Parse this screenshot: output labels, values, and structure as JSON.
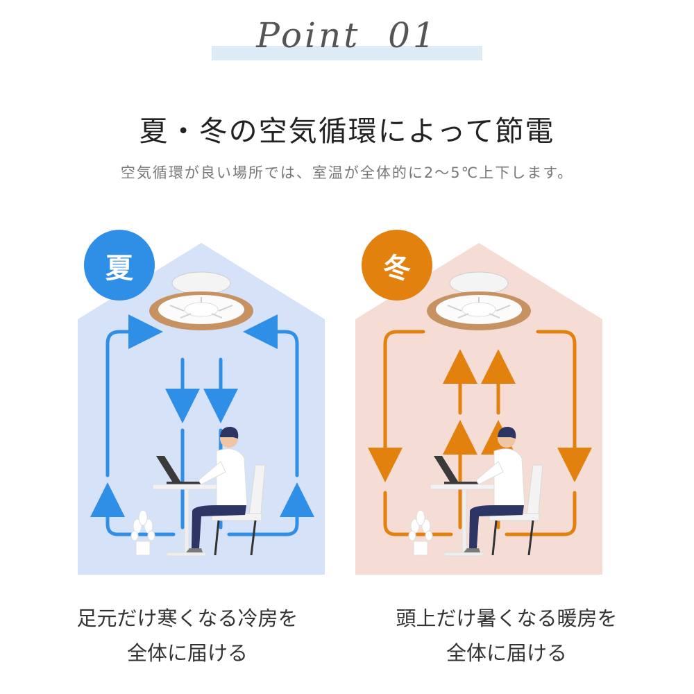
{
  "header": {
    "point_label": "Point  01",
    "headline": "夏・冬の空気循環によって節電",
    "subline": "空気循環が良い場所では、室温が全体的に2〜5℃上下します。"
  },
  "panels": [
    {
      "season": "夏",
      "accent": "#2f8fe6",
      "background": "#d6e2f7",
      "airflow_direction": "down",
      "caption_line1": "足元だけ寒くなる冷房を",
      "caption_line2": "全体に届ける"
    },
    {
      "season": "冬",
      "accent": "#e3810f",
      "background": "#f5ddd6",
      "airflow_direction": "up",
      "caption_line1": "頭上だけ暑くなる暖房を",
      "caption_line2": "全体に届ける"
    }
  ],
  "icons": [
    "ceiling-fan-light-icon",
    "person-at-desk-icon",
    "potted-plant-icon",
    "laptop-icon",
    "chair-icon"
  ]
}
